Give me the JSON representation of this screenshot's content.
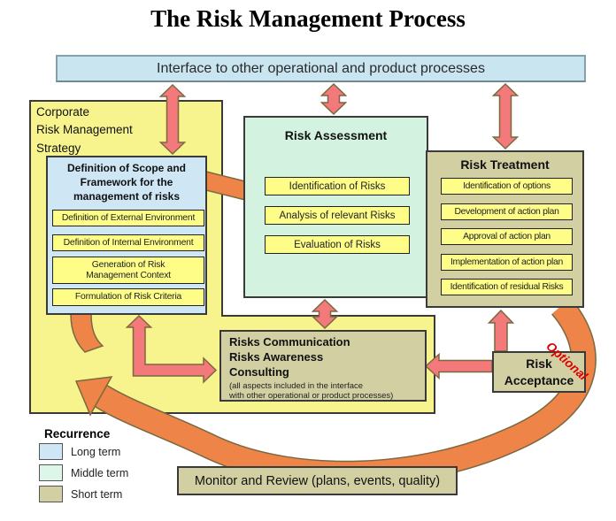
{
  "title": "The Risk Management Process",
  "interface_bar": {
    "label": "Interface to other operational and product processes"
  },
  "strategy_box": {
    "title": "Corporate\nRisk Management\nStrategy"
  },
  "scope_box": {
    "title": "Definition of Scope and\nFramework for the\nmanagement of risks",
    "items": [
      "Definition of External Environment",
      "Definition of Internal Environment",
      "Generation of Risk\nManagement Context",
      "Formulation of Risk Criteria"
    ]
  },
  "risk_assessment": {
    "title": "Risk Assessment",
    "items": [
      "Identification of Risks",
      "Analysis of relevant Risks",
      "Evaluation of Risks"
    ]
  },
  "risk_treatment": {
    "title": "Risk Treatment",
    "items": [
      "Identification of options",
      "Development of action plan",
      "Approval of action plan",
      "Implementation of action plan",
      "Identification of residual Risks"
    ]
  },
  "communication_box": {
    "lines": [
      "Risks Communication",
      "Risks Awareness",
      "Consulting"
    ],
    "note": "(all aspects included in the interface\nwith other operational or product processes)"
  },
  "risk_acceptance": {
    "title": "Risk\nAcceptance",
    "optional_label": "Optional"
  },
  "monitor_bar": {
    "label": "Monitor and Review (plans, events, quality)"
  },
  "legend": {
    "title": "Recurrence",
    "items": [
      {
        "label": "Long term",
        "color": "#cfe6f5"
      },
      {
        "label": "Middle term",
        "color": "#dcf6ea"
      },
      {
        "label": "Short term",
        "color": "#d2cfa3"
      }
    ]
  },
  "colors": {
    "strategy_yellow": "#f7f48e",
    "sub_item_yellow": "#fdfd88",
    "interface_blue": "#c9e5ef",
    "scope_blue": "#cfe6f5",
    "assessment_green": "#d3f3e0",
    "short_term_tan": "#d2cfa3",
    "arrow_salmon": "#f4797b",
    "arrow_orange": "#ef8449",
    "optional_red": "#e00000"
  }
}
